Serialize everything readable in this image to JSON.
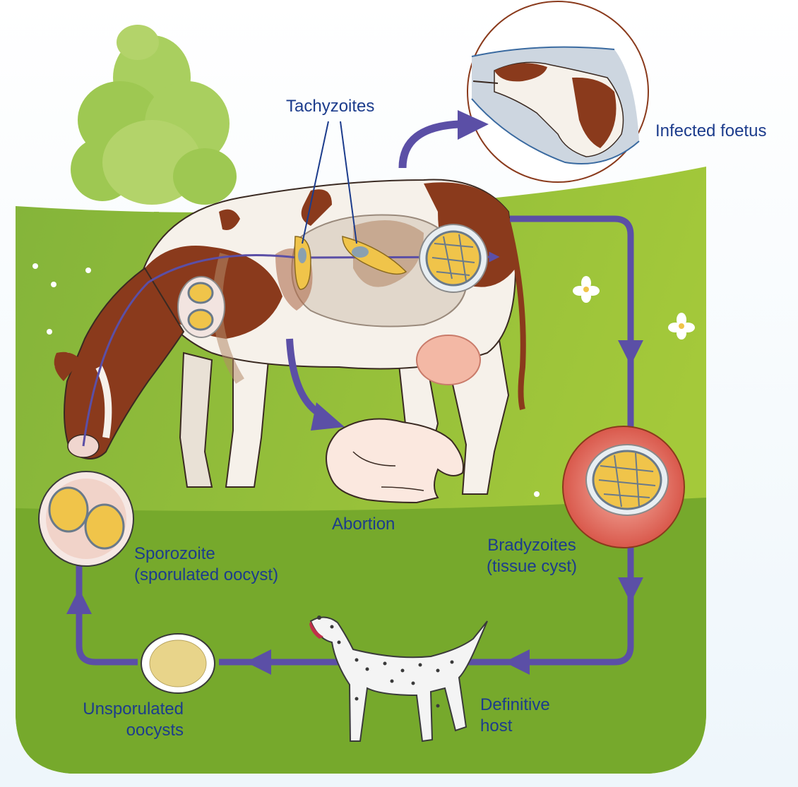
{
  "labels": {
    "tachyzoites": "Tachyzoites",
    "infected_foetus": "Infected foetus",
    "abortion": "Abortion",
    "bradyzoites_1": "Bradyzoites",
    "bradyzoites_2": "(tissue cyst)",
    "sporozoite_1": "Sporozoite",
    "sporozoite_2": "(sporulated oocyst)",
    "unsporulated_1": "Unsporulated",
    "unsporulated_2": "oocysts",
    "definitive_1": "Definitive",
    "definitive_2": "host"
  },
  "colors": {
    "cycle_arrow": "#5b4fa6",
    "label_text": "#1c3c8c",
    "grass": "#76a92c",
    "cow_brown": "#8a3a1c",
    "cyst_yellow": "#f0c44a",
    "tissue_pink": "#e57a6d"
  }
}
